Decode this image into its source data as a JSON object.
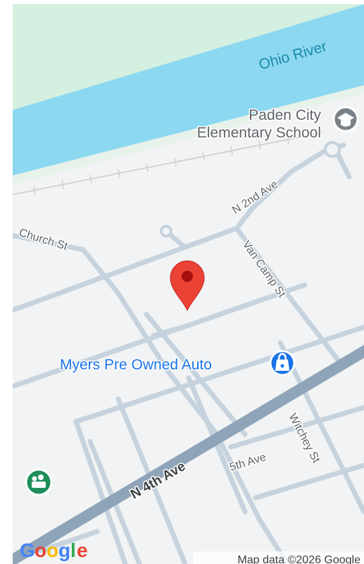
{
  "map": {
    "water_label": "Ohio River",
    "streets": {
      "n_2nd_ave": "N 2nd Ave",
      "church_st": "Church St",
      "van_camp_st": "Van Camp St",
      "n_4th_ave": "N 4th Ave",
      "fifth_ave": "5th Ave",
      "witchey_st": "Witchey St"
    },
    "places": {
      "school_line1": "Paden City",
      "school_line2": "Elementary School",
      "auto_dealer": "Myers Pre Owned Auto"
    },
    "attribution": "Map data ©2026 Google",
    "logo_letters": [
      "G",
      "o",
      "o",
      "g",
      "l",
      "e"
    ],
    "colors": {
      "water": "#8cd8f0",
      "park": "#d4f0e0",
      "land": "#f1f3f4",
      "street": "#c6d3de",
      "highway": "#8fa4b8",
      "pin": "#ea4335",
      "poi_blue": "#1a73e8",
      "school_gray": "#7a8288",
      "green_poi": "#1e8e5a"
    },
    "icons": {
      "pin": "map-pin-icon",
      "school": "school-icon",
      "auto": "shopping-bag-icon",
      "green_poi": "amusement-icon"
    }
  }
}
